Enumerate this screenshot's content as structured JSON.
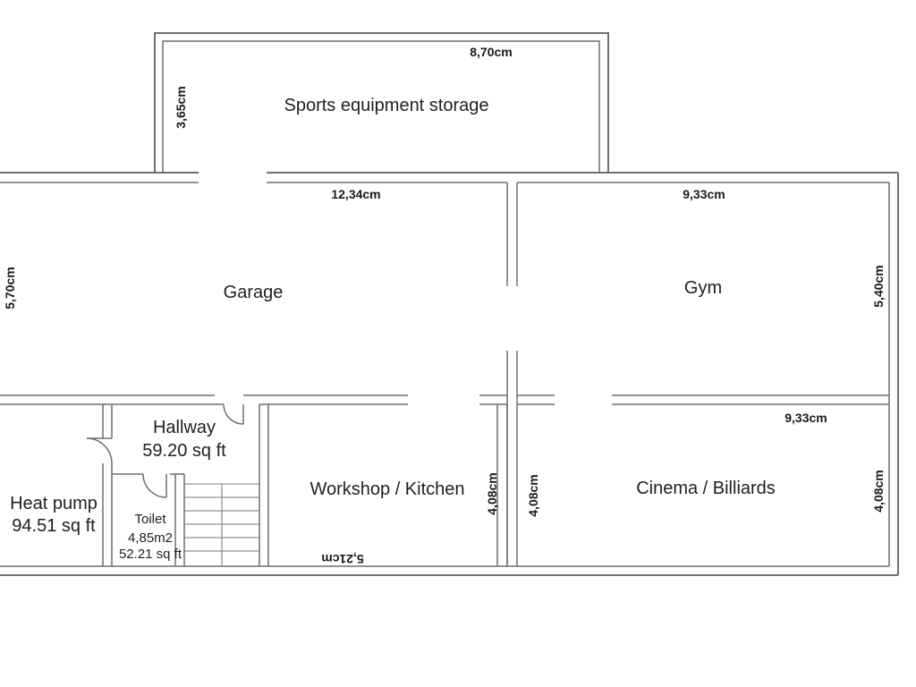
{
  "rooms": {
    "sports": {
      "name": "Sports equipment storage"
    },
    "garage": {
      "name": "Garage"
    },
    "gym": {
      "name": "Gym"
    },
    "hallway": {
      "name": "Hallway",
      "area": "59.20 sq ft"
    },
    "workshop": {
      "name": "Workshop / Kitchen"
    },
    "cinema": {
      "name": "Cinema / Billiards"
    },
    "heatpump": {
      "name": "Heat pump",
      "area": "94.51 sq ft"
    },
    "toilet": {
      "name": "Toilet",
      "area_m2": "4,85m2",
      "area_sqft": "52.21 sq ft"
    }
  },
  "dimensions": {
    "sports_width": "8,70cm",
    "sports_height": "3,65cm",
    "garage_width": "12,34cm",
    "garage_height": "5,70cm",
    "gym_width": "9,33cm",
    "gym_height": "5,40cm",
    "cinema_width": "9,33cm",
    "cinema_height": "4,08cm",
    "workshop_height_left": "4,08cm",
    "workshop_height_right": "4,08cm",
    "workshop_width": "5,21cm"
  },
  "colors": {
    "wall": "#6f6f6f",
    "text": "#1f1f1f"
  }
}
